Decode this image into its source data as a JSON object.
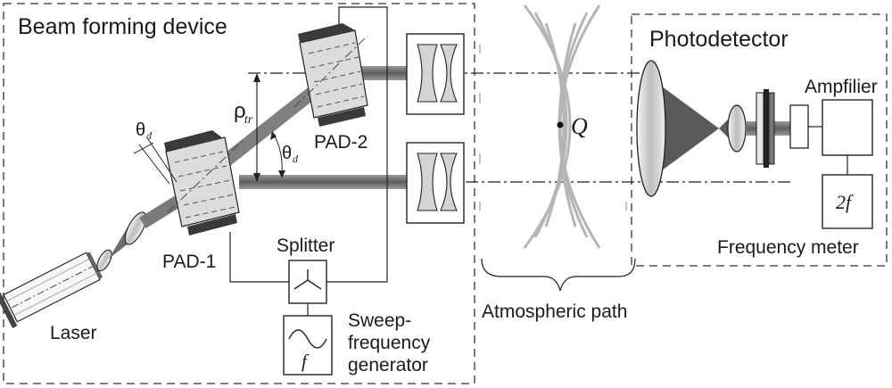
{
  "labels": {
    "beam_forming_device": "Beam forming device",
    "photodetector": "Photodetector",
    "amplifier": "Ampfilier",
    "frequency_meter": "Frequency meter",
    "two_f": "2f",
    "splitter": "Splitter",
    "sweep_line1": "Sweep-",
    "sweep_line2": "frequency",
    "sweep_line3": "generator",
    "sweep_f": "f",
    "laser": "Laser",
    "pad1": "PAD-1",
    "pad2": "PAD-2",
    "atmospheric_path": "Atmospheric path",
    "rho": "ρ",
    "rho_sub": "tr",
    "theta": "θ",
    "theta_sub": "d",
    "point_q": "Q"
  },
  "colors": {
    "beam": "#7a7a7a",
    "beam_dark": "#555555",
    "crystal": "#dcdcdc",
    "crystal_cap": "#3a3a3a",
    "wave": "#b8b8b8",
    "line": "#222222",
    "lens": "#d0d0d0"
  }
}
